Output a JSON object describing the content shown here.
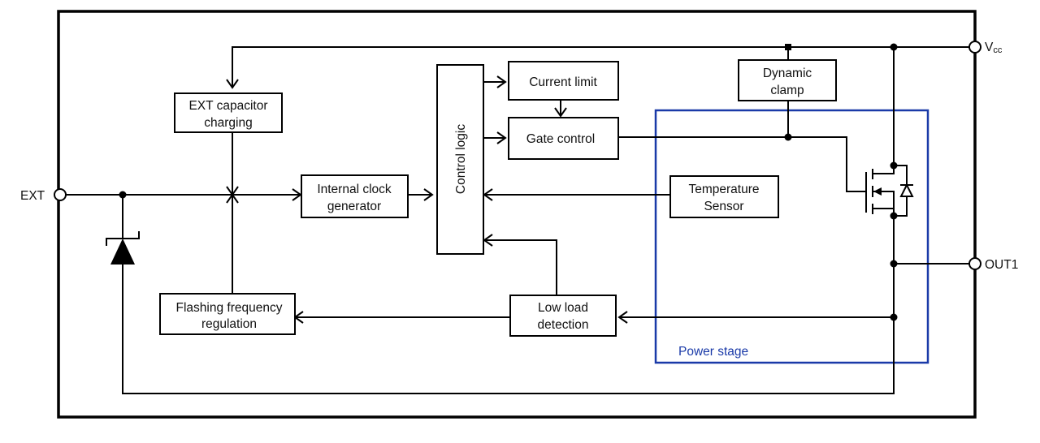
{
  "pins": {
    "ext": "EXT",
    "vcc_main": "V",
    "vcc_sub": "cc",
    "out1": "OUT1"
  },
  "blocks": {
    "ext_capacitor_charging": [
      "EXT capacitor",
      "charging"
    ],
    "internal_clock_generator": [
      "Internal clock",
      "generator"
    ],
    "control_logic": "Control logic",
    "current_limit": "Current limit",
    "gate_control": "Gate control",
    "dynamic_clamp": [
      "Dynamic",
      "clamp"
    ],
    "temperature_sensor": [
      "Temperature",
      "Sensor"
    ],
    "flashing_frequency_regulation": [
      "Flashing frequency",
      "regulation"
    ],
    "low_load_detection": [
      "Low load",
      "detection"
    ]
  },
  "power_stage": {
    "label": "Power stage",
    "color": "#1a3aa8"
  }
}
